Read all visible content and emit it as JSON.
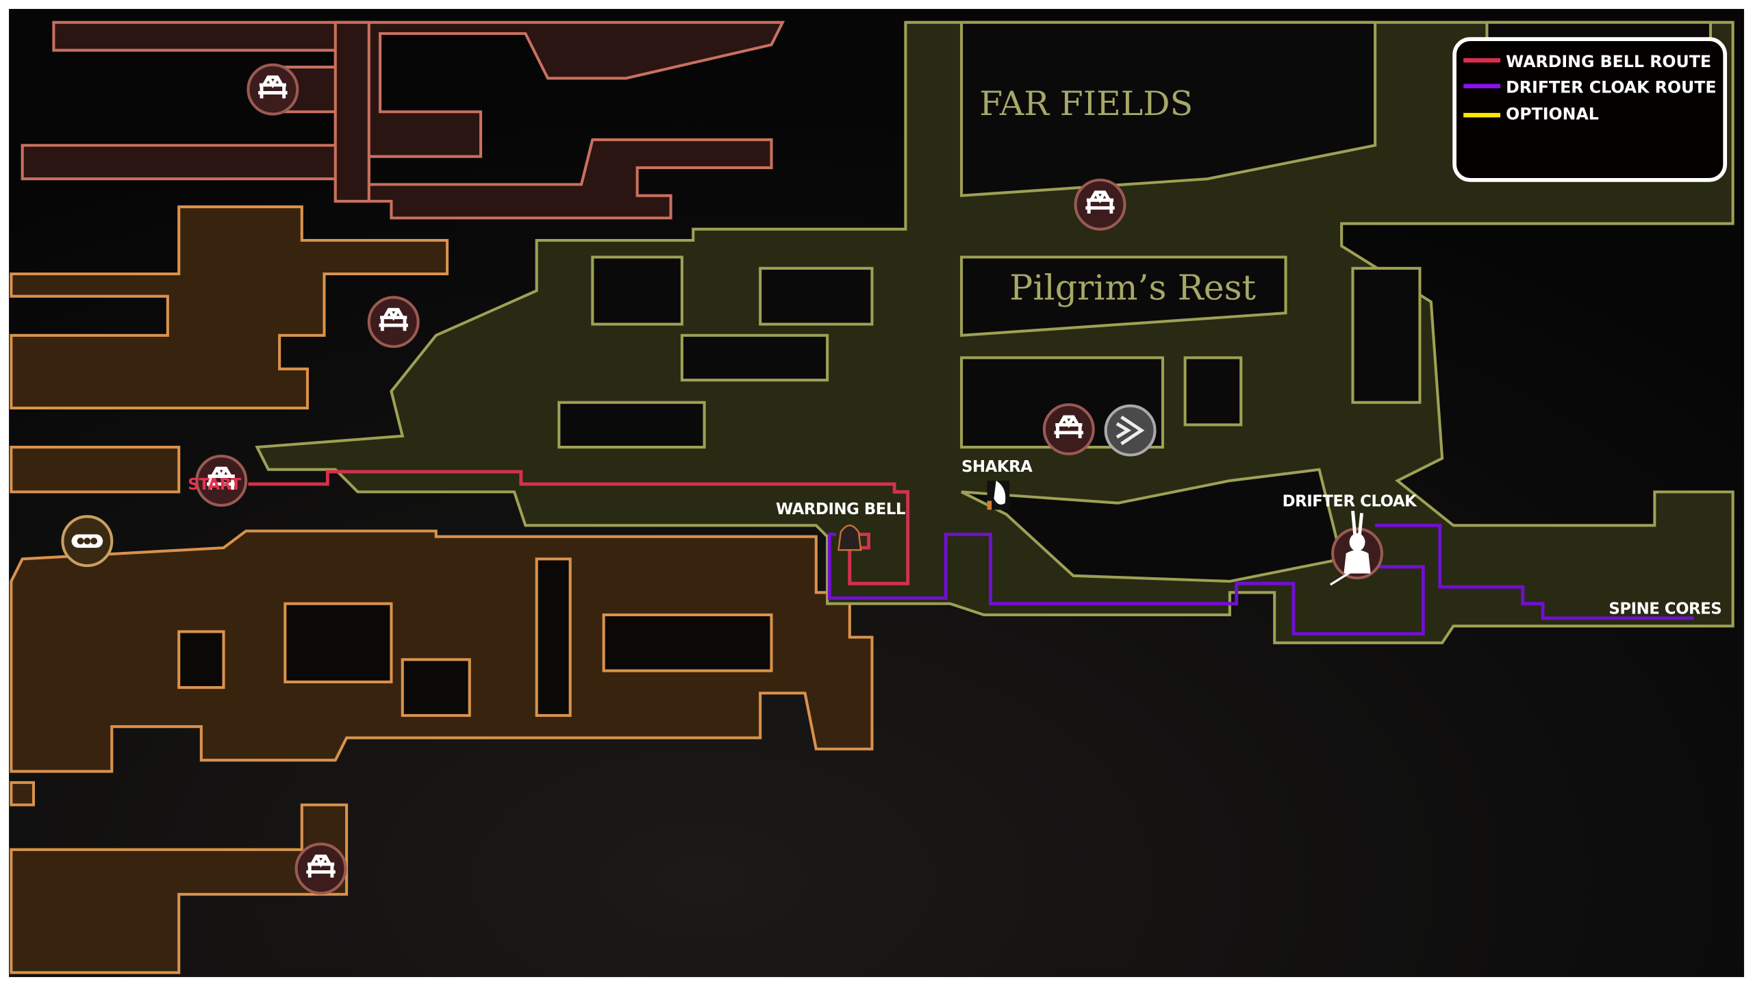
{
  "areas": {
    "far_fields": "FAR FIELDS",
    "pilgrims_rest": "Pilgrim’s Rest"
  },
  "markers": {
    "start": "START",
    "warding_bell": "WARDING BELL",
    "shakra": "SHAKRA",
    "drifter_cloak": "DRIFTER CLOAK",
    "spine_cores": "SPINE CORES"
  },
  "legend": {
    "items": [
      {
        "label": "WARDING BELL ROUTE",
        "color": "#d6304f"
      },
      {
        "label": "DRIFTER CLOAK ROUTE",
        "color": "#8a10ee"
      },
      {
        "label": "OPTIONAL",
        "color": "#ffe600"
      }
    ]
  },
  "colors": {
    "red_region_stroke": "#c9705e",
    "orange_region_stroke": "#d9924c",
    "olive_region_stroke": "#9ea055",
    "route_red": "#d6304f",
    "route_purple": "#7010d0"
  },
  "icons": [
    "bench-icon",
    "fast-travel-icon",
    "warding-bell-icon",
    "shakra-icon",
    "drifter-cloak-icon",
    "stag-station-icon"
  ]
}
